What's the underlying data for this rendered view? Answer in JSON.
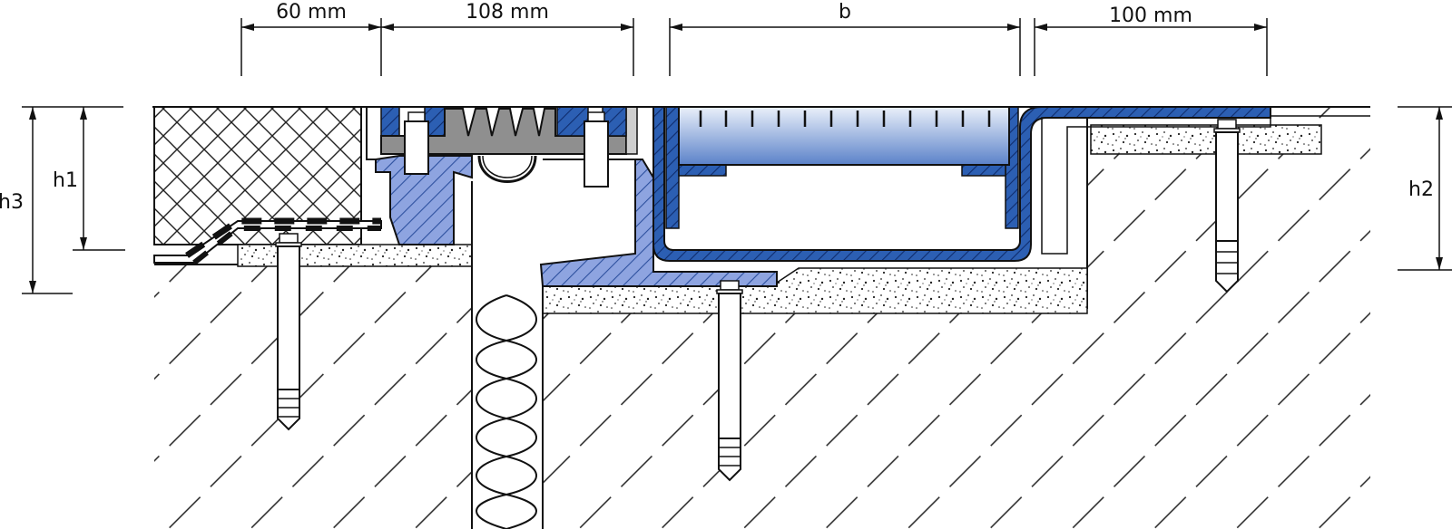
{
  "dimensions": {
    "top": [
      {
        "id": "d60",
        "label": "60 mm"
      },
      {
        "id": "d108",
        "label": "108 mm"
      },
      {
        "id": "db",
        "label": "b"
      },
      {
        "id": "d100",
        "label": "100 mm"
      }
    ],
    "side": [
      {
        "id": "h1",
        "label": "h1"
      },
      {
        "id": "h3",
        "label": "h3"
      },
      {
        "id": "h2",
        "label": "h2"
      }
    ]
  },
  "colors": {
    "line": "#111111",
    "profile_blue": "#2c5fb3",
    "profile_light": "#8ea4e0",
    "gasket_gray": "#8f8f8f",
    "grate_top": "#d6e2f5",
    "grate_bottom": "#5b82c9",
    "mortar_dots": "#222222",
    "insulation": "#ffffff"
  }
}
